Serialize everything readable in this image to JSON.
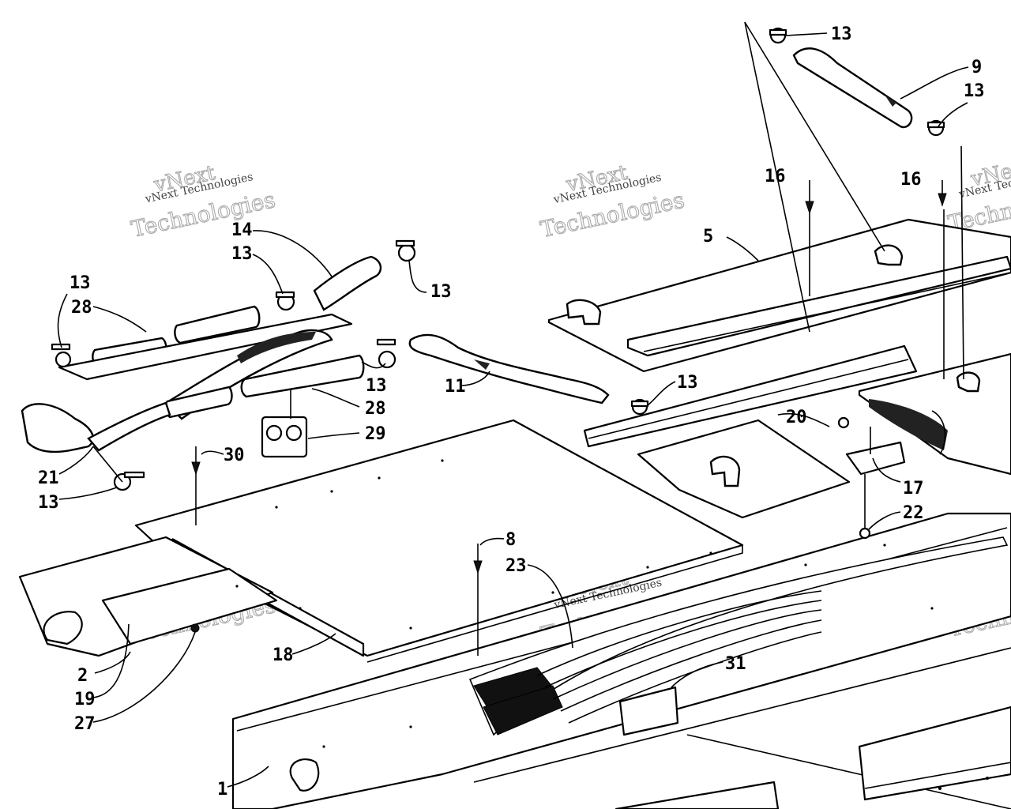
{
  "watermark": {
    "line_top": "vNext",
    "line_small": "vNext Technologies",
    "line_large": "Technologies"
  },
  "callouts": {
    "c1": "1",
    "c2": "2",
    "c5": "5",
    "c8": "8",
    "c9": "9",
    "c11": "11",
    "c13": "13",
    "c14": "14",
    "c16": "16",
    "c17": "17",
    "c18": "18",
    "c19": "19",
    "c20": "20",
    "c21": "21",
    "c22": "22",
    "c23": "23",
    "c27": "27",
    "c28": "28",
    "c29": "29",
    "c30": "30",
    "c31": "31"
  }
}
